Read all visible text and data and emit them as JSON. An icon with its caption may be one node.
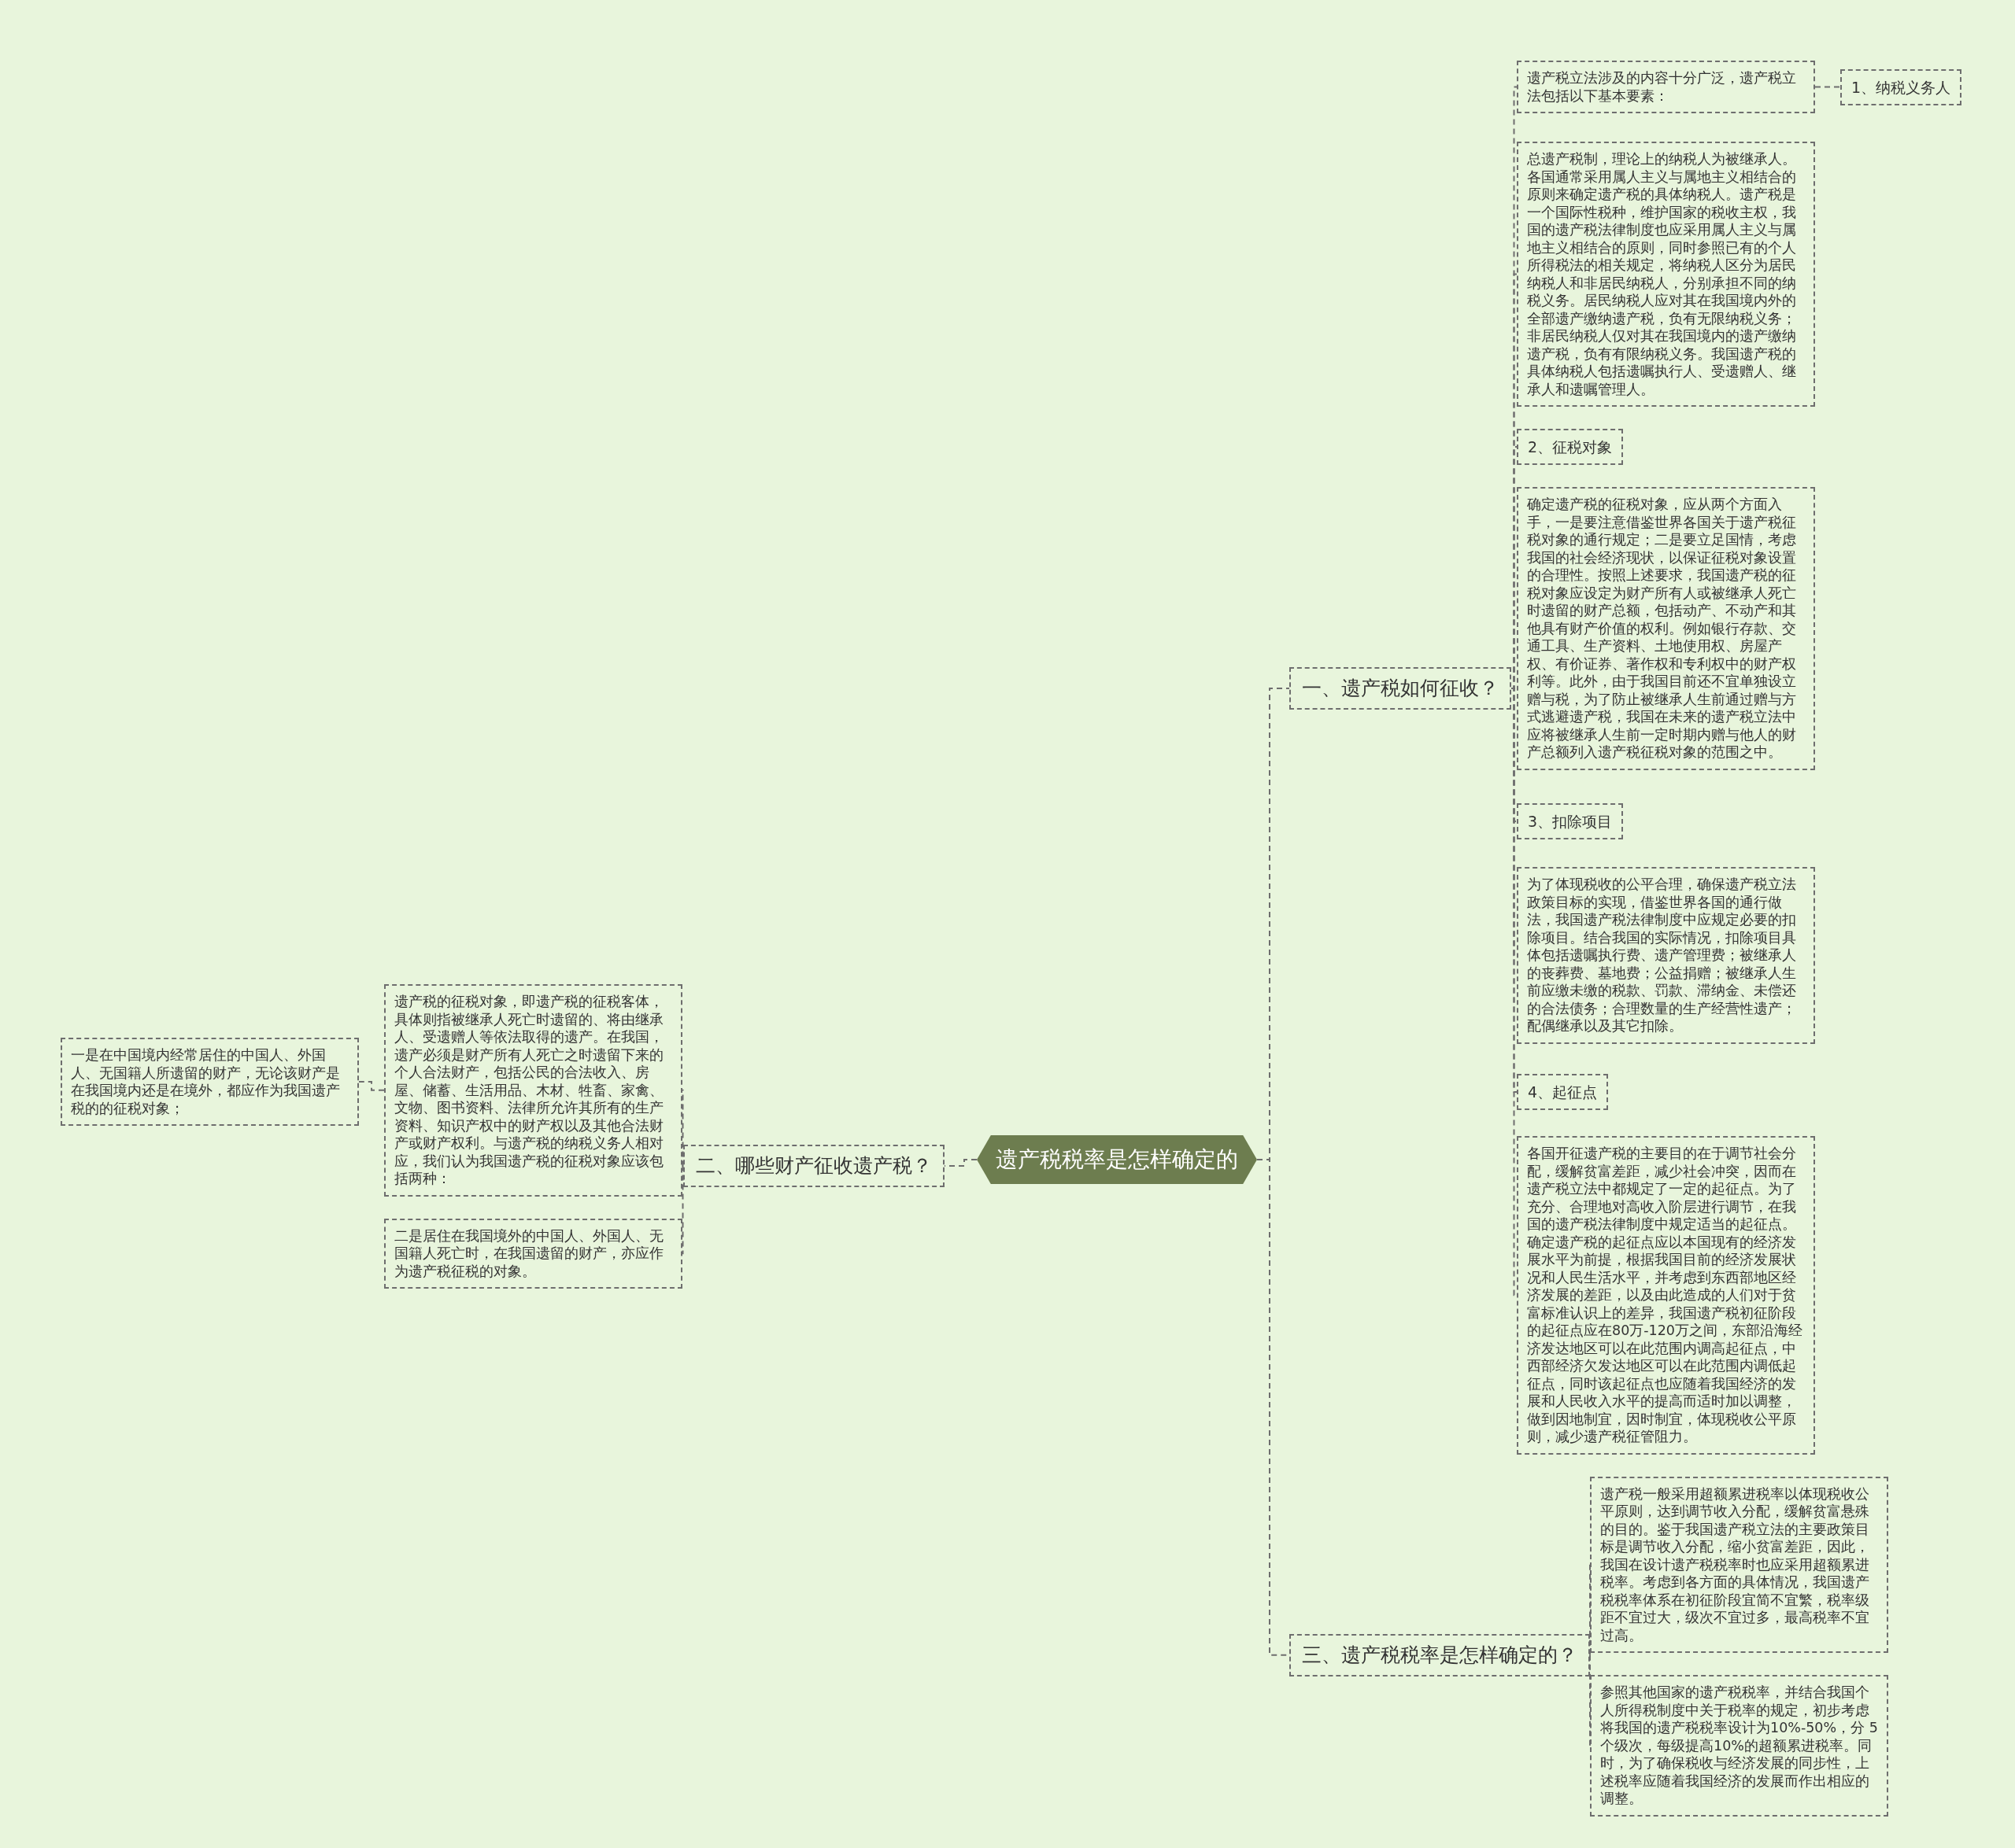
{
  "diagram": {
    "nodes": [
      {
        "text": [
          "遗产税税率是怎样确定的"
        ]
      },
      {
        "text": [
          "一、遗产税如何征收？"
        ]
      },
      {
        "text": [
          "遗产税立法涉及的内容十分广泛，遗产税立法包括以下基本要素："
        ]
      },
      {
        "text": [
          "1、纳税义务人"
        ]
      },
      {
        "text": [
          "总遗产税制，理论上的纳税人为被继承人。各国通常采用属人主义与属地主义相结合的原则来确定遗产税的具体纳税人。遗产税是一个国际性税种，维护国家的税收主权，我国的遗产税法律制度也应采用属人主义与属地主义相结合的原则，同时参照已有的个人所得税法的相关规定，将纳税人区分为居民纳税人和非居民纳税人，分别承担不同的纳税义务。居民纳税人应对其在我国境内外的全部遗产缴纳遗产税，负有无限纳税义务；非居民纳税人仅对其在我国境内的遗产缴纳遗产税，负有有限纳税义务。我国遗产税的具体纳税人包括遗嘱执行人、受遗赠人、继承人和遗嘱管理人。"
        ]
      },
      {
        "text": [
          "2、征税对象"
        ]
      },
      {
        "text": [
          "确定遗产税的征税对象，应从两个方面入手，一是要注意借鉴世界各国关于遗产税征税对象的通行规定；二是要立足国情，考虑我国的社会经济现状，以保证征税对象设置的合理性。按照上述要求，我国遗产税的征税对象应设定为财产所有人或被继承人死亡时遗留的财产总额，包括动产、不动产和其他具有财产价值的权利。例如银行存款、交通工具、生产资料、土地使用权、房屋产权、有价证券、著作权和专利权中的财产权利等。此外，由于我国目前还不宜单独设立赠与税，为了防止被继承人生前通过赠与方式逃避遗产税，我国在未来的遗产税立法中应将被继承人生前一定时期内赠与他人的财产总额列入遗产税征税对象的范围之中。"
        ]
      },
      {
        "text": [
          "3、扣除项目"
        ]
      },
      {
        "text": [
          "为了体现税收的公平合理，确保遗产税立法政策目标的实现，借鉴世界各国的通行做法，我国遗产税法律制度中应规定必要的扣除项目。结合我国的实际情况，扣除项目具体包括遗嘱执行费、遗产管理费；被继承人的丧葬费、墓地费；公益捐赠；被继承人生前应缴未缴的税款、罚款、滞纳金、未偿还的合法债务；合理数量的生产经营性遗产；配偶继承以及其它扣除。"
        ]
      },
      {
        "text": [
          "4、起征点"
        ]
      },
      {
        "text": [
          "各国开征遗产税的主要目的在于调节社会分配，缓解贫富差距，减少社会冲突，因而在遗产税立法中都规定了一定的起征点。为了充分、合理地对高收入阶层进行调节，在我国的遗产税法律制度中规定适当的起征点。确定遗产税的起征点应以本国现有的经济发展水平为前提，根据我国目前的经济发展状况和人民生活水平，并考虑到东西部地区经济发展的差距，以及由此造成的人们对于贫富标准认识上的差异，我国遗产税初征阶段的起征点应在80万-120万之间，东部沿海经济发达地区可以在此范围内调高起征点，中西部经济欠发达地区可以在此范围内调低起征点，同时该起征点也应随着我国经济的发展和人民收入水平的提高而适时加以调整，做到因地制宜，因时制宜，体现税收公平原则，减少遗产税征管阻力。"
        ]
      },
      {
        "text": [
          "二、哪些财产征收遗产税？"
        ]
      },
      {
        "text": [
          "遗产税的征税对象，即遗产税的征税客体，具体则指被继承人死亡时遗留的、将由继承人、受遗赠人等依法取得的遗产。在我国，遗产必须是财产所有人死亡之时遗留下来的个人合法财产，包括公民的合法收入、房屋、储蓄、生活用品、木材、牲畜、家禽、文物、图书资料、法律所允许其所有的生产资料、知识产权中的财产权以及其他合法财产或财产权利。与遗产税的纳税义务人相对应，我们认为我国遗产税的征税对象应该包括两种："
        ]
      },
      {
        "text": [
          "一是在中国境内经常居住的中国人、外国人、无国籍人所遗留的财产，无论该财产是在我国境内还是在境外，都应作为我国遗产税的的征税对象；"
        ]
      },
      {
        "text": [
          "二是居住在我国境外的中国人、外国人、无国籍人死亡时，在我国遗留的财产，亦应作为遗产税征税的对象。"
        ]
      },
      {
        "text": [
          "三、遗产税税率是怎样确定的？"
        ]
      },
      {
        "text": [
          "遗产税一般采用超额累进税率以体现税收公平原则，达到调节收入分配，缓解贫富悬殊的目的。鉴于我国遗产税立法的主要政策目标是调节收入分配，缩小贫富差距，因此，我国在设计遗产税税率时也应采用超额累进税率。考虑到各方面的具体情况，我国遗产税税率体系在初征阶段宜简不宜繁，税率级距不宜过大，级次不宜过多，最高税率不宜过高。"
        ]
      },
      {
        "text": [
          "参照其他国家的遗产税税率，并结合我国个人所得税制度中关于税率的规定，初步考虑将我国的遗产税税率设计为10%-50%，分 5 个级次，每级提高10%的超额累进税率。同时，为了确保税收与经济发展的同步性，上述税率应随着我国经济的发展而作出相应的调整。"
        ]
      }
    ],
    "edges": [
      {
        "from": 0,
        "to": 1,
        "arrow": "none",
        "style": "dashed"
      },
      {
        "from": 1,
        "to": 2,
        "arrow": "none",
        "style": "dashed"
      },
      {
        "from": 2,
        "to": 3,
        "arrow": "none",
        "style": "dashed"
      },
      {
        "from": 1,
        "to": 4,
        "arrow": "none",
        "style": "dashed"
      },
      {
        "from": 1,
        "to": 5,
        "arrow": "none",
        "style": "dashed"
      },
      {
        "from": 1,
        "to": 6,
        "arrow": "none",
        "style": "dashed"
      },
      {
        "from": 1,
        "to": 7,
        "arrow": "none",
        "style": "dashed"
      },
      {
        "from": 1,
        "to": 8,
        "arrow": "none",
        "style": "dashed"
      },
      {
        "from": 1,
        "to": 9,
        "arrow": "none",
        "style": "dashed"
      },
      {
        "from": 1,
        "to": 10,
        "arrow": "none",
        "style": "dashed"
      },
      {
        "from": 0,
        "to": 11,
        "arrow": "none",
        "style": "dashed"
      },
      {
        "from": 11,
        "to": 12,
        "arrow": "none",
        "style": "dashed"
      },
      {
        "from": 12,
        "to": 13,
        "arrow": "none",
        "style": "dashed"
      },
      {
        "from": 11,
        "to": 14,
        "arrow": "none",
        "style": "dashed"
      },
      {
        "from": 0,
        "to": 15,
        "arrow": "none",
        "style": "dashed"
      },
      {
        "from": 15,
        "to": 16,
        "arrow": "none",
        "style": "dashed"
      },
      {
        "from": 15,
        "to": 17,
        "arrow": "none",
        "style": "dashed"
      }
    ]
  }
}
